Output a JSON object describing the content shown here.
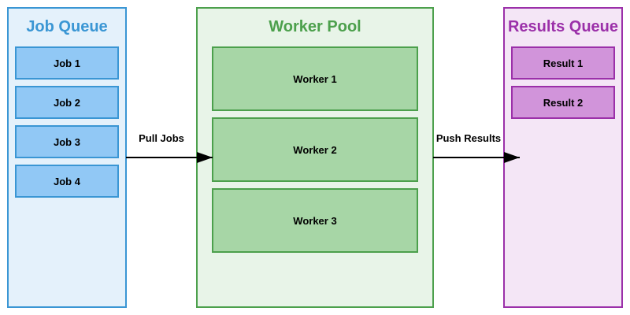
{
  "job_queue": {
    "title": "Job Queue",
    "items": [
      "Job 1",
      "Job 2",
      "Job 3",
      "Job 4"
    ],
    "colors": {
      "fill": "#e4f1fb",
      "stroke": "#3a96d4",
      "item_fill": "#91c8f5",
      "item_stroke": "#3a96d4",
      "title": "#3a96d4"
    }
  },
  "worker_pool": {
    "title": "Worker Pool",
    "items": [
      "Worker 1",
      "Worker 2",
      "Worker 3"
    ],
    "colors": {
      "fill": "#e8f4e8",
      "stroke": "#4ca04c",
      "item_fill": "#a7d6a6",
      "item_stroke": "#4ca04c",
      "title": "#4ca04c"
    }
  },
  "results_queue": {
    "title": "Results Queue",
    "items": [
      "Result 1",
      "Result 2"
    ],
    "colors": {
      "fill": "#f4e6f6",
      "stroke": "#9b30a9",
      "item_fill": "#d194da",
      "item_stroke": "#9b30a9",
      "title": "#9b30a9"
    }
  },
  "edges": [
    {
      "label": "Pull Jobs",
      "from": "job_queue",
      "to": "worker_pool"
    },
    {
      "label": "Push Results",
      "from": "worker_pool",
      "to": "results_queue"
    }
  ]
}
